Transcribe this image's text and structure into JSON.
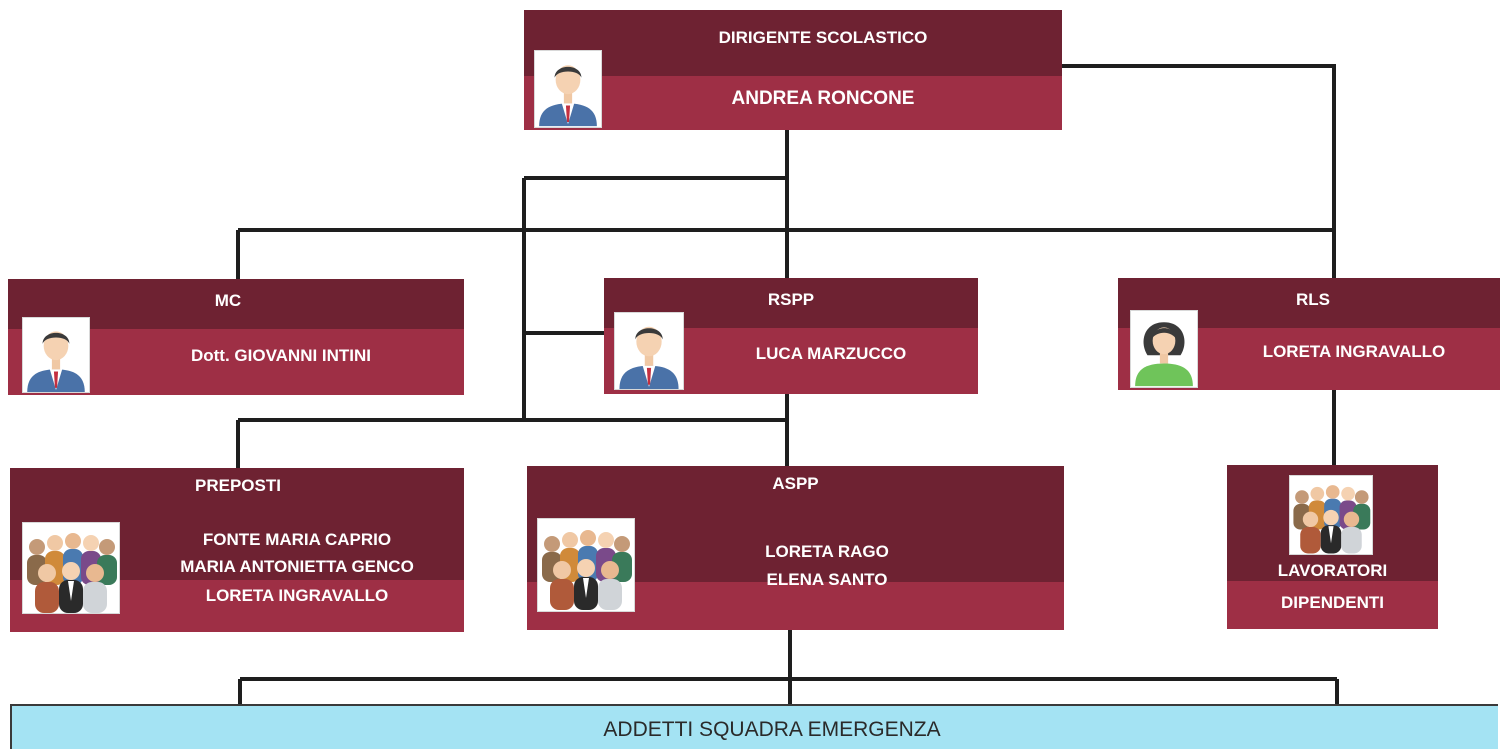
{
  "colors": {
    "box_dark": "#6e2232",
    "box_light": "#9e2f45",
    "emergency": "#a4e3f3",
    "line": "#1e1e1e"
  },
  "dirigente": {
    "role": "DIRIGENTE SCOLASTICO",
    "name": "ANDREA RONCONE",
    "icon": "male-avatar-icon"
  },
  "mc": {
    "role": "MC",
    "name": "Dott. GIOVANNI INTINI",
    "icon": "male-avatar-icon"
  },
  "rspp": {
    "role": "RSPP",
    "name": "LUCA MARZUCCO",
    "icon": "male-avatar-icon"
  },
  "rls": {
    "role": "RLS",
    "name": "LORETA INGRAVALLO",
    "icon": "female-avatar-icon"
  },
  "preposti": {
    "role": "PREPOSTI",
    "names": [
      "FONTE MARIA CAPRIO",
      "MARIA ANTONIETTA GENCO",
      "LORETA INGRAVALLO"
    ],
    "icon": "group-icon"
  },
  "aspp": {
    "role": "ASPP",
    "names": [
      "LORETA RAGO",
      "ELENA SANTO"
    ],
    "icon": "group-icon"
  },
  "lavoratori": {
    "line1": "LAVORATORI",
    "line2": "DIPENDENTI",
    "icon": "group-icon"
  },
  "emergenza": {
    "title": "ADDETTI SQUADRA EMERGENZA"
  }
}
